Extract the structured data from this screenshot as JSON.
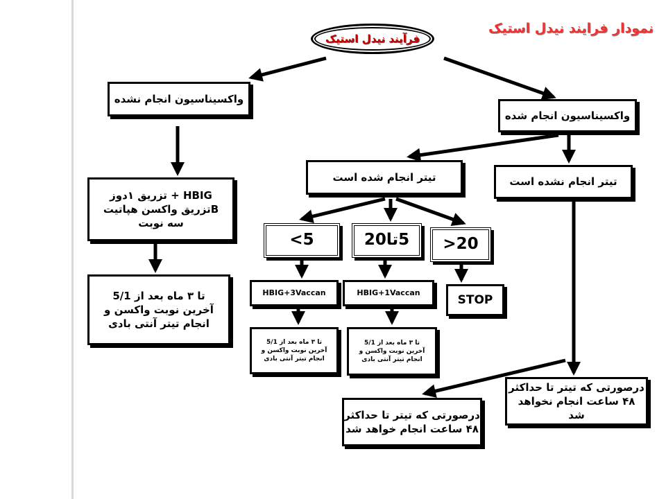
{
  "chart_title": "نمودار فرایند نیدل استیک",
  "start_node": "فرآیند نیدل استیک",
  "colors": {
    "title": "#ee3333",
    "start_text": "#cc0000",
    "line": "#000000"
  },
  "nodes": {
    "not_vaccinated": "واکسیناسیون انجام نشده",
    "vaccinated": "واکسیناسیون انجام شده",
    "titer_done": "تیتر انجام شده است",
    "titer_not_done": "تیتر انجام نشده است",
    "hbig_treatment": "HBIG + تزریق ۱دوز\nBتزریق واکسن هپاتیت\nسه نوبت",
    "followup_left": "تا ۳ ماه بعد از   5/1\nآخرین نوبت واکسن و\nانجام تیتر آنتی بادی",
    "lt5": "<5",
    "range_5_20": "5تا20",
    "gt20": ">20",
    "hbig_3vaccan": "HBIG+3Vaccan",
    "hbig_1vaccan": "HBIG+1Vaccan",
    "stop": "STOP",
    "followup_small_1": "تا ۳ ماه بعد از    5/1\nآخرین نوبت واکسن و\nانجام تیتر آنتی بادی",
    "followup_small_2": "تا ۳ ماه بعد از    5/1\nآخرین نوبت واکسن و\nانجام تیتر آنتی بادی",
    "within_48_done": "درصورتی که تیتر تا حداکثر\n۴۸ ساعت انجام خواهد شد",
    "within_48_not_done": "درصورتی که تیتر تا حداکثر\n۴۸ ساعت انجام نخواهد\nشد"
  }
}
